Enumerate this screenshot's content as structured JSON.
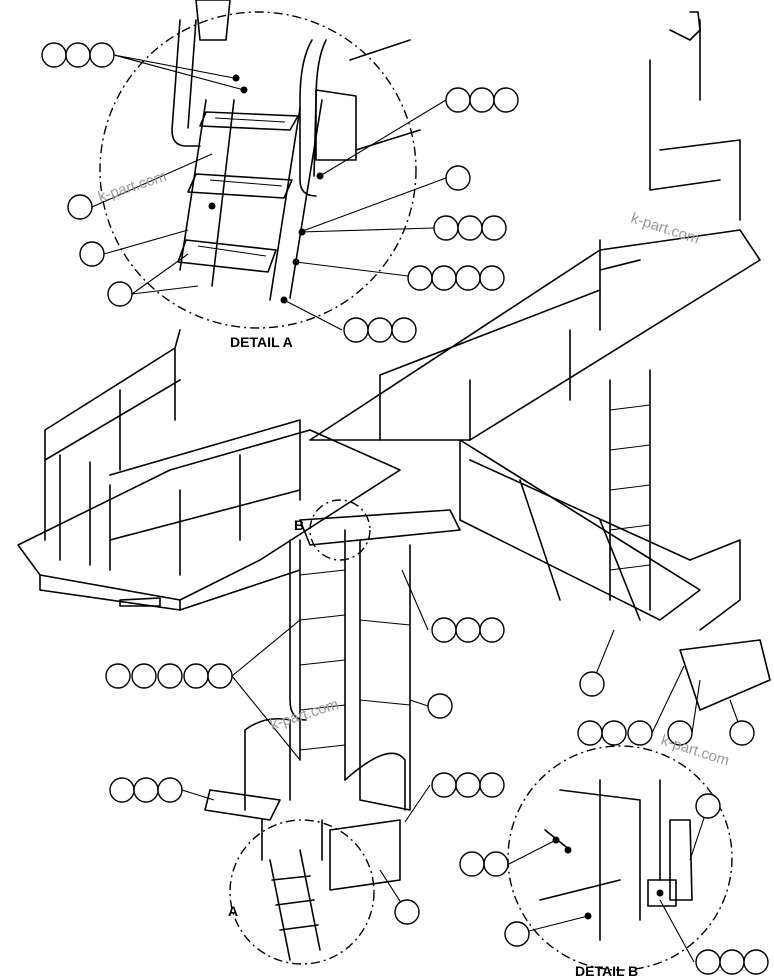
{
  "labels": {
    "detail_a": "DETAIL A",
    "detail_b": "DETAIL B",
    "marker_a": "A",
    "marker_b": "B"
  },
  "watermark": "k-part.com",
  "colors": {
    "line": "#000000",
    "background": "#ffffff",
    "watermark": "#9a9a9a"
  }
}
